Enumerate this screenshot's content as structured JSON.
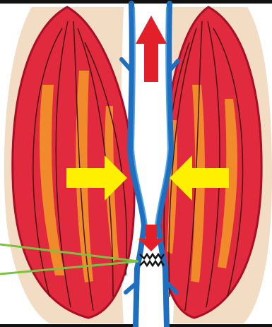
{
  "diagram": {
    "subject": "muscle-pump-vein-valve",
    "colors": {
      "background": "#ffffff",
      "skin_pad": "#f2dcc4",
      "muscle": "#e12a3d",
      "muscle_dark": "#a80f25",
      "muscle_streak": "#f08a2a",
      "fiber_line": "#4a1410",
      "vein": "#1f6fc0",
      "vein_light": "#4fa3e0",
      "arrow_flow": "#e3202a",
      "arrow_squeeze": "#ffef00",
      "valve_outline": "#111111",
      "pointer": "#7cc242"
    },
    "elements": {
      "flow_up_arrow": "arrow-up",
      "flow_down_arrow": "arrow-down",
      "squeeze_arrows": "arrow-inward",
      "valve_pointer_lines": 2
    }
  }
}
